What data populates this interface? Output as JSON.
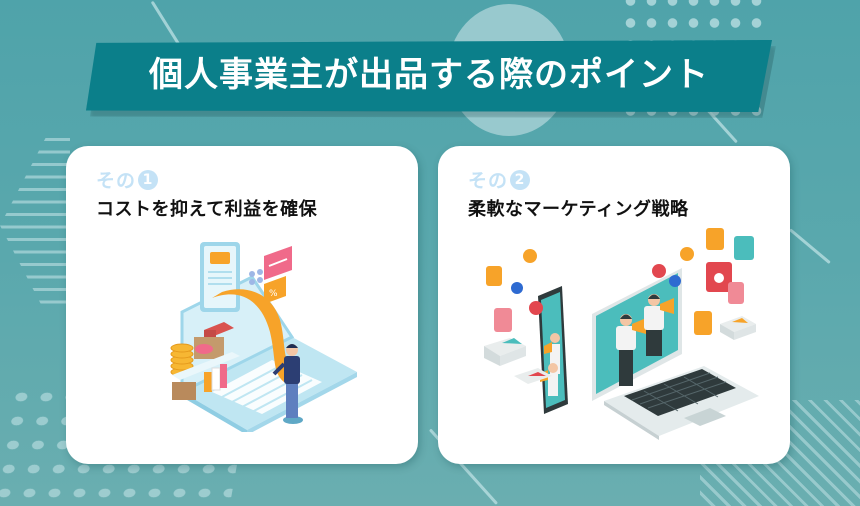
{
  "banner": {
    "title": "個人事業主が出品する際のポイント"
  },
  "cards": [
    {
      "label": "その",
      "number": "1",
      "heading": "コストを抑えて利益を確保",
      "illustration": "laptop-shopping-receipt-illustration"
    },
    {
      "label": "その",
      "number": "2",
      "heading": "柔軟なマーケティング戦略",
      "illustration": "laptop-smartphone-megaphone-marketing-illustration"
    }
  ],
  "colors": {
    "background": "#55a6ac",
    "banner": "#0b7f8a",
    "card": "#ffffff",
    "point_label": "#c4e2f6",
    "heading_text": "#111111",
    "accent_orange": "#f7a329",
    "accent_pink": "#f06a8a",
    "screen_teal": "#4bbdbc"
  }
}
